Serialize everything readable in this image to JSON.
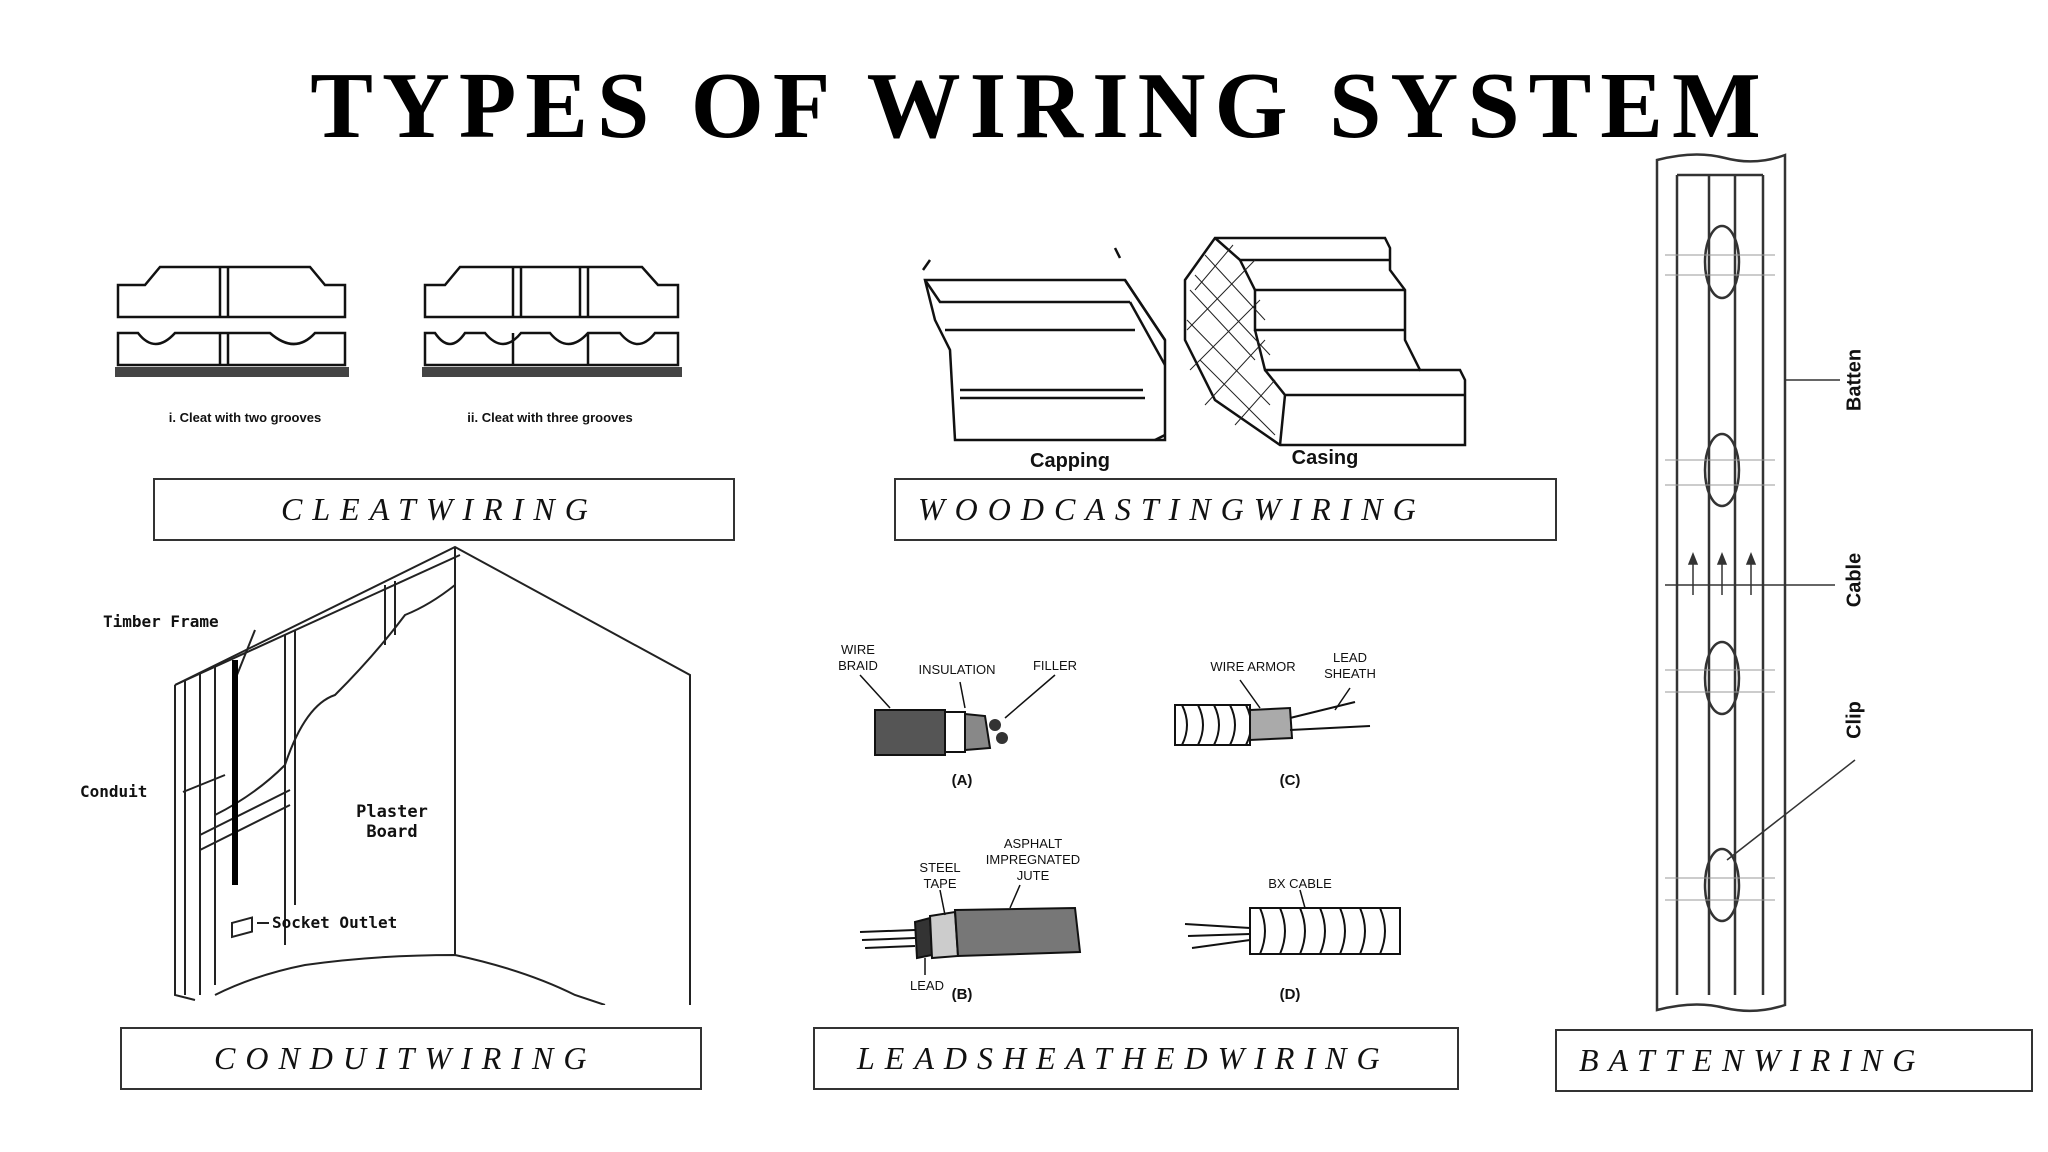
{
  "title": "TYPES OF WIRING SYSTEM",
  "captions": {
    "cleat": "CLEATWIRING",
    "wood_casing": "WOODCASTINGWIRING",
    "conduit": "CONDUITWIRING",
    "lead_sheathed": "LEADSHEATHEDWIRING",
    "batten": "BATTENWIRING"
  },
  "cleat_figure": {
    "label_two": "i. Cleat with two grooves",
    "label_three": "ii. Cleat with three grooves"
  },
  "casing_figure": {
    "capping": "Capping",
    "casing": "Casing"
  },
  "conduit_figure": {
    "timber_frame": "Timber Frame",
    "conduit": "Conduit",
    "plaster_board_1": "Plaster",
    "plaster_board_2": "Board",
    "socket_outlet": "Socket Outlet"
  },
  "cable_figure": {
    "wire_braid_1": "WIRE",
    "wire_braid_2": "BRAID",
    "insulation": "INSULATION",
    "filler": "FILLER",
    "label_a": "(A)",
    "wire_armor": "WIRE ARMOR",
    "lead_sheath_1": "LEAD",
    "lead_sheath_2": "SHEATH",
    "label_c": "(C)",
    "steel_tape_1": "STEEL",
    "steel_tape_2": "TAPE",
    "asphalt_1": "ASPHALT",
    "asphalt_2": "IMPREGNATED",
    "asphalt_3": "JUTE",
    "lead": "LEAD",
    "label_b": "(B)",
    "bx_cable": "BX CABLE",
    "label_d": "(D)"
  },
  "batten_figure": {
    "batten": "Batten",
    "cable": "Cable",
    "clip": "Clip"
  }
}
